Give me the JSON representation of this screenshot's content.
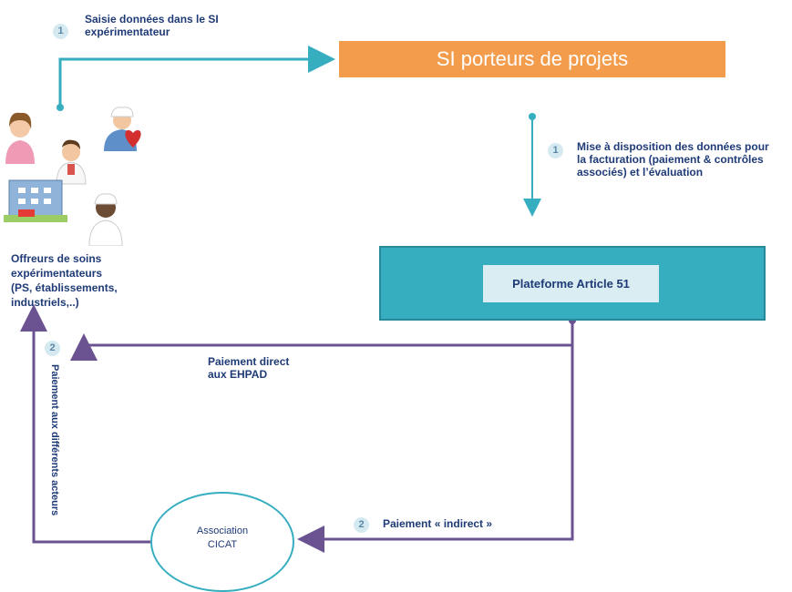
{
  "step1_top": {
    "number": "1",
    "text_line1": "Saisie données dans le SI",
    "text_line2": "expérimentateur"
  },
  "si_porteurs": {
    "label": "SI porteurs de projets"
  },
  "step1_right": {
    "number": "1",
    "text_line1": "Mise à disposition des données pour",
    "text_line2": "la facturation (paiement & contrôles",
    "text_line3": "associés) et l’évaluation"
  },
  "plateforme": {
    "label": "Plateforme  Article 51"
  },
  "offreurs": {
    "line1": "Offreurs de soins",
    "line2": "expérimentateurs",
    "line3": "(PS, établissements,",
    "line4": "industriels,..)"
  },
  "paiement_direct": {
    "line1": "Paiement direct",
    "line2": "aux EHPAD"
  },
  "step2_left": {
    "number": "2",
    "vertical_text": "Paiement aux différents acteurs"
  },
  "step2_bottom": {
    "number": "2",
    "text": "Paiement  « indirect »"
  },
  "association": {
    "line1": "Association",
    "line2": "CICAT"
  },
  "colors": {
    "teal": "#36aec0",
    "orange": "#f39c4c",
    "purple": "#6b5290",
    "text_blue": "#1f3b77"
  },
  "icons": [
    "female-patient-icon",
    "doctor-icon",
    "nurse-heart-icon",
    "hospital-building-icon",
    "nurse-icon"
  ]
}
